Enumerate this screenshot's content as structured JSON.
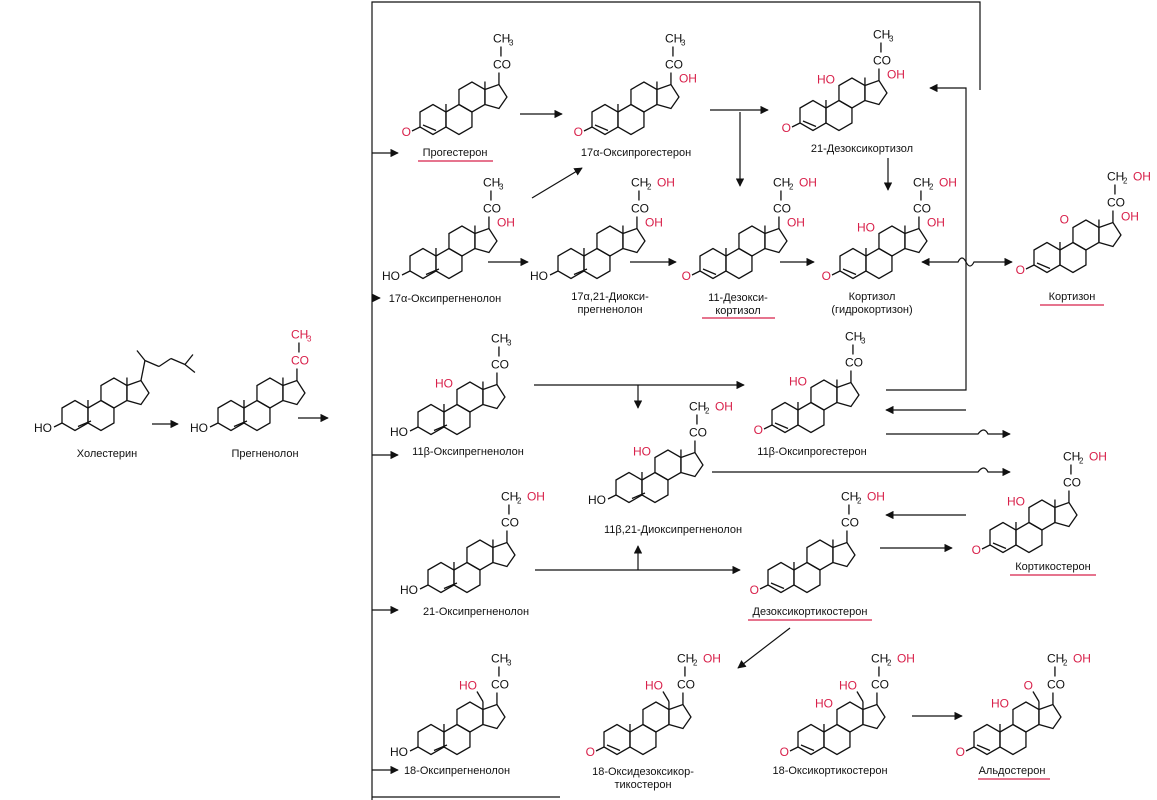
{
  "colors": {
    "ink": "#111111",
    "accent": "#d8204a",
    "background": "#ffffff"
  },
  "groups": {
    "ch3": "CH",
    "co": "CO",
    "ch2": "CH",
    "oh": "OH",
    "ho": "HO",
    "o": "O"
  },
  "compounds": [
    {
      "key": "cholesterol",
      "label": "Холестерин",
      "highlighted": false
    },
    {
      "key": "pregnenolone",
      "label": "Прегненолон",
      "highlighted": false
    },
    {
      "key": "progesterone",
      "label": "Прогестерон",
      "highlighted": true
    },
    {
      "key": "hydroxyprogesterone_17a",
      "label": "17α-Оксипрогестерон",
      "highlighted": false
    },
    {
      "key": "deoxycortisol_21",
      "label": "21-Дезоксикортизол",
      "highlighted": false
    },
    {
      "key": "hydroxypregnenolone_17a",
      "label": "17α-Оксипрегненолон",
      "highlighted": false
    },
    {
      "key": "dihydroxypregnenolone_17a21",
      "label_line1": "17α,21-Диокси-",
      "label_line2": "прегненолон",
      "highlighted": false
    },
    {
      "key": "deoxycortisol_11",
      "label_line1": "11-Дезокси-",
      "label_line2": "кортизол",
      "highlighted": true
    },
    {
      "key": "cortisol",
      "label_line1": "Кортизол",
      "label_line2": "(гидрокортизон)",
      "highlighted": false
    },
    {
      "key": "cortisone",
      "label": "Кортизон",
      "highlighted": true
    },
    {
      "key": "hydroxypregnenolone_11b",
      "label": "11β-Оксипрегненолон",
      "highlighted": false
    },
    {
      "key": "hydroxyprogesterone_11b",
      "label": "11β-Оксипрогестерон",
      "highlighted": false
    },
    {
      "key": "dihydroxypregnenolone_11b21",
      "label": "11β,21-Диоксипрегненолон",
      "highlighted": false
    },
    {
      "key": "hydroxypregnenolone_21",
      "label": "21-Оксипрегненолон",
      "highlighted": false
    },
    {
      "key": "deoxycorticosterone",
      "label": "Дезоксикортикостерон",
      "highlighted": true
    },
    {
      "key": "corticosterone",
      "label": "Кортикостерон",
      "highlighted": true
    },
    {
      "key": "hydroxypregnenolone_18",
      "label": "18-Оксипрегненолон",
      "highlighted": false
    },
    {
      "key": "hydroxydeoxycorticosterone_18",
      "label_line1": "18-Оксидезоксикор-",
      "label_line2": "тикостерон",
      "highlighted": false
    },
    {
      "key": "hydroxycorticosterone_18",
      "label": "18-Оксикортикостерон",
      "highlighted": false
    },
    {
      "key": "aldosterone",
      "label": "Альдостерон",
      "highlighted": true
    }
  ]
}
